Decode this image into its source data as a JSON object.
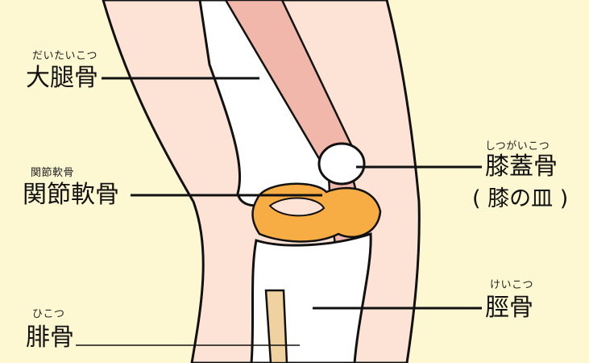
{
  "labels": {
    "femur": {
      "ruby": "だいたいこつ",
      "text": "大腿骨"
    },
    "cartilage": {
      "ruby": "関節軟骨",
      "text": "関節軟骨"
    },
    "fibula": {
      "ruby": "ひこつ",
      "text": "腓骨"
    },
    "patella": {
      "ruby": "しつがいこつ",
      "text": "膝蓋骨",
      "sub": "( 膝の皿 )"
    },
    "tibia": {
      "ruby": "けいこつ",
      "text": "脛骨"
    }
  },
  "colors": {
    "background": "#fdf8d2",
    "skin": "#fce3d6",
    "bone": "#ffffff",
    "muscle": "#f0b7aa",
    "cartilage": "#f7ad43",
    "fibula": "#f0d2a0",
    "outline": "#111111"
  }
}
